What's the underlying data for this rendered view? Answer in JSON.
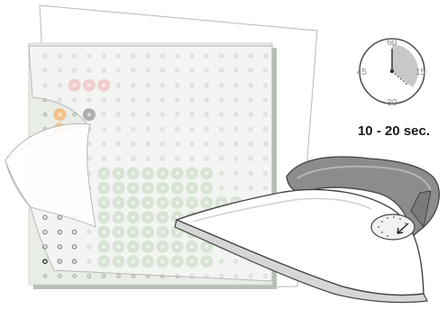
{
  "clock": {
    "label_top": "60",
    "label_right": "15",
    "label_bottom": "30",
    "label_left": "45"
  },
  "duration_text": "10 - 20 sec.",
  "colors": {
    "pegboard_fill": "#e8ede6",
    "pegboard_edge": "#cfd5cc",
    "paper": "#ffffff",
    "bead_pink": "#e6a7a5",
    "bead_orange": "#f1c28c",
    "bead_gray": "#6b6b6b",
    "bead_green": "#b9ceb2",
    "iron_body": "#ffffff",
    "iron_handle": "#8c8c8c",
    "clock_wedge": "#c8c8c8"
  },
  "icons": {
    "clock": "clock-icon",
    "iron": "iron-icon",
    "paper": "ironing-paper"
  }
}
